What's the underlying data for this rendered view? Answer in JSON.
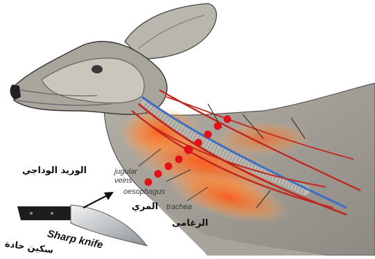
{
  "labels": {
    "jugular_en": "jugular veins",
    "jugular_ar": "الوريد الوداجي",
    "oesophagus_en": "oesophagus",
    "oesophagus_ar": "المري",
    "trachea_en": "trachea",
    "trachea_ar": "الرغامى",
    "knife_en": "Sharp knife",
    "knife_ar": "سكين حادة"
  },
  "colors": {
    "vessel_red": "#c0281e",
    "vein_blue": "#3b6fc7",
    "cut_dots": "#e01218",
    "glow": "#ff6a2a",
    "hide": "#9d9a93"
  },
  "icons": [
    "deer-head-illustration",
    "knife-icon",
    "arrow-icon"
  ]
}
